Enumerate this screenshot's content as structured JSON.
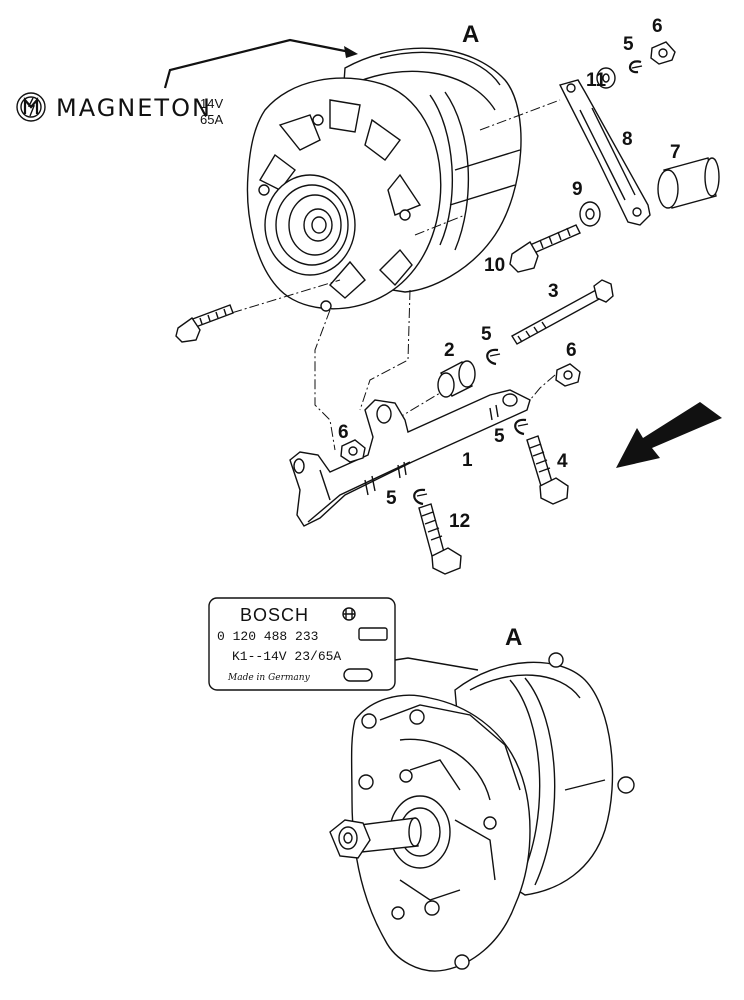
{
  "labels": {
    "view_a_top": "A",
    "view_a_bottom": "A",
    "part_1": "1",
    "part_2": "2",
    "part_3": "3",
    "part_4": "4",
    "part_5_top": "5",
    "part_5_mid": "5",
    "part_5_right": "5",
    "part_5_low": "5",
    "part_6_top": "6",
    "part_6_right": "6",
    "part_6_left": "6",
    "part_7": "7",
    "part_8": "8",
    "part_9": "9",
    "part_10": "10",
    "part_11": "11",
    "part_12": "12"
  },
  "magneton_badge": {
    "brand": "MAGNETON",
    "voltage": "14V",
    "current": "65A"
  },
  "bosch_plate": {
    "brand": "BOSCH",
    "part_number": "0 120 488 233",
    "rating": "K1--14V 23/65A",
    "origin": "Made in Germany"
  },
  "icons": [
    "magneton-logo-icon",
    "bosch-logo-icon",
    "direction-arrow-icon"
  ]
}
